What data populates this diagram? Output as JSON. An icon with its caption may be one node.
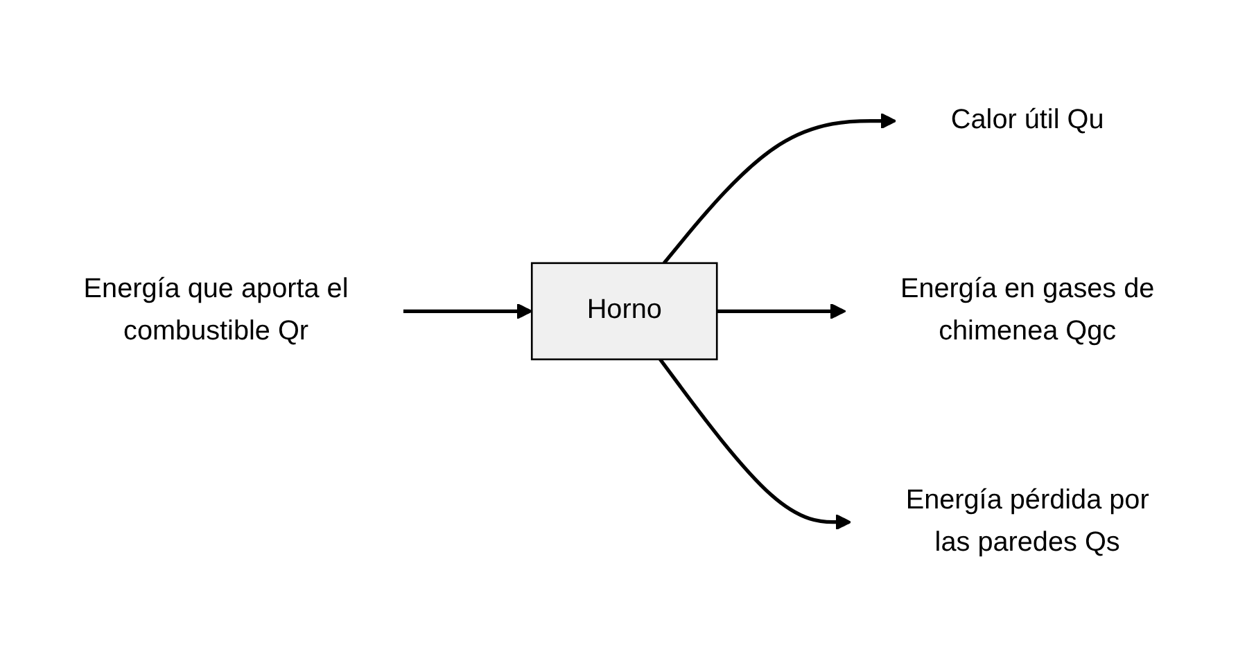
{
  "diagram": {
    "nodes": [
      {
        "text": [
          "Calor útil Qu"
        ]
      },
      {
        "text": [
          "Energía que aporta el combustible Qr"
        ]
      },
      {
        "text": [
          "Horno"
        ]
      },
      {
        "text": [
          "Energía en gases de chimenea Qgc"
        ]
      },
      {
        "text": [
          "Energía pérdida por las paredes Qs"
        ]
      }
    ],
    "edges": [
      {
        "from": 1,
        "to": 2,
        "arrow": "to"
      },
      {
        "from": 2,
        "to": 0,
        "arrow": "to"
      },
      {
        "from": 2,
        "to": 3,
        "arrow": "to"
      },
      {
        "from": 2,
        "to": 4,
        "arrow": "to"
      }
    ]
  }
}
